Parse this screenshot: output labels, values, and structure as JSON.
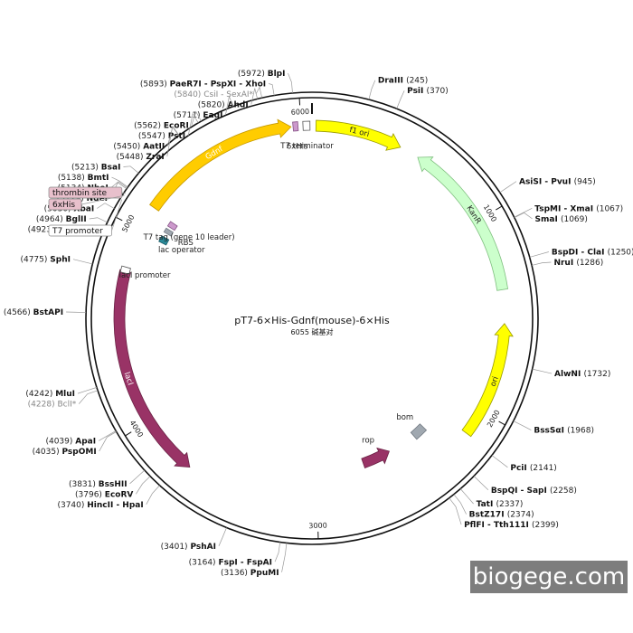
{
  "plasmid": {
    "name": "pT7-6×His-Gdnf(mouse)-6×His",
    "length_text": "6055 碱基对",
    "length_bp": 6055
  },
  "ticks": [
    {
      "label": "1000",
      "bp": 1000
    },
    {
      "label": "2000",
      "bp": 2000
    },
    {
      "label": "3000",
      "bp": 3000
    },
    {
      "label": "4000",
      "bp": 4000
    },
    {
      "label": "5000",
      "bp": 5000
    },
    {
      "label": "6000",
      "bp": 6000
    }
  ],
  "sites": [
    {
      "name": "BlpI",
      "pos": "(5972)",
      "bp": 5972,
      "side": "right"
    },
    {
      "name": "PaeR7I - PspXI - XhoI",
      "pos": "(5893)",
      "bp": 5893,
      "side": "left"
    },
    {
      "name": "CsiI - SexAI*",
      "pos": "(5840)",
      "bp": 5840,
      "side": "left",
      "gray": true
    },
    {
      "name": "AhdI",
      "pos": "(5820)",
      "bp": 5820,
      "side": "left"
    },
    {
      "name": "EagI",
      "pos": "(5711)",
      "bp": 5711,
      "side": "left"
    },
    {
      "name": "EcoRI",
      "pos": "(5562)",
      "bp": 5562,
      "side": "left"
    },
    {
      "name": "PstI",
      "pos": "(5547)",
      "bp": 5547,
      "side": "left"
    },
    {
      "name": "AatII",
      "pos": "(5450)",
      "bp": 5450,
      "side": "left"
    },
    {
      "name": "ZraI",
      "pos": "(5448)",
      "bp": 5448,
      "side": "left"
    },
    {
      "name": "BsaI",
      "pos": "(5213)",
      "bp": 5213,
      "side": "left"
    },
    {
      "name": "BmtI",
      "pos": "(5138)",
      "bp": 5138,
      "side": "left"
    },
    {
      "name": "NheI",
      "pos": "(5134)",
      "bp": 5134,
      "side": "left"
    },
    {
      "name": "NdeI",
      "pos": "(5129)",
      "bp": 5129,
      "side": "left"
    },
    {
      "name": "XbaI",
      "pos": "(5030)",
      "bp": 5030,
      "side": "left"
    },
    {
      "name": "BglII",
      "pos": "(4964)",
      "bp": 4964,
      "side": "left"
    },
    {
      "name": "SgrAI",
      "pos": "(4923)",
      "bp": 4923,
      "side": "left"
    },
    {
      "name": "SphI",
      "pos": "(4775)",
      "bp": 4775,
      "side": "left"
    },
    {
      "name": "BstAPI",
      "pos": "(4566)",
      "bp": 4566,
      "side": "left"
    },
    {
      "name": "MluI",
      "pos": "(4242)",
      "bp": 4242,
      "side": "left"
    },
    {
      "name": "BclI*",
      "pos": "(4228)",
      "bp": 4228,
      "side": "left",
      "gray": true
    },
    {
      "name": "ApaI",
      "pos": "(4039)",
      "bp": 4039,
      "side": "left"
    },
    {
      "name": "PspOMI",
      "pos": "(4035)",
      "bp": 4035,
      "side": "left"
    },
    {
      "name": "BssHII",
      "pos": "(3831)",
      "bp": 3831,
      "side": "left"
    },
    {
      "name": "EcoRV",
      "pos": "(3796)",
      "bp": 3796,
      "side": "left"
    },
    {
      "name": "HincII - HpaI",
      "pos": "(3740)",
      "bp": 3740,
      "side": "left"
    },
    {
      "name": "PshAI",
      "pos": "(3401)",
      "bp": 3401,
      "side": "left"
    },
    {
      "name": "FspI - FspAI",
      "pos": "(3164)",
      "bp": 3164,
      "side": "left"
    },
    {
      "name": "PpuMI",
      "pos": "(3136)",
      "bp": 3136,
      "side": "right"
    },
    {
      "name": "DraIII",
      "pos": "(245)",
      "bp": 245,
      "side": "right"
    },
    {
      "name": "PsiI",
      "pos": "(370)",
      "bp": 370,
      "side": "right"
    },
    {
      "name": "AsiSI - PvuI",
      "pos": "(945)",
      "bp": 945,
      "side": "right"
    },
    {
      "name": "TspMI - XmaI",
      "pos": "(1067)",
      "bp": 1067,
      "side": "right"
    },
    {
      "name": "SmaI",
      "pos": "(1069)",
      "bp": 1069,
      "side": "right"
    },
    {
      "name": "BspDI - ClaI",
      "pos": "(1250)",
      "bp": 1250,
      "side": "right"
    },
    {
      "name": "NruI",
      "pos": "(1286)",
      "bp": 1286,
      "side": "right"
    },
    {
      "name": "AlwNI",
      "pos": "(1732)",
      "bp": 1732,
      "side": "right"
    },
    {
      "name": "BssSαI",
      "pos": "(1968)",
      "bp": 1968,
      "side": "right"
    },
    {
      "name": "PciI",
      "pos": "(2141)",
      "bp": 2141,
      "side": "right"
    },
    {
      "name": "BspQI - SapI",
      "pos": "(2258)",
      "bp": 2258,
      "side": "right"
    },
    {
      "name": "TatI",
      "pos": "(2337)",
      "bp": 2337,
      "side": "right"
    },
    {
      "name": "BstZ17I",
      "pos": "(2374)",
      "bp": 2374,
      "side": "right"
    },
    {
      "name": "PflFI - Tth111I",
      "pos": "(2399)",
      "bp": 2399,
      "side": "right"
    }
  ],
  "features": [
    {
      "name": "f1 ori",
      "start": 20,
      "end": 460,
      "dir": 1,
      "r": 213,
      "w": 12,
      "color": "#ffff00",
      "stroke": "#9a9a00",
      "text": "#222"
    },
    {
      "name": "KanR",
      "start": 560,
      "end": 1370,
      "dir": -1,
      "r": 213,
      "w": 12,
      "color": "#ccffcc",
      "stroke": "#7fbf7f",
      "text": "#222"
    },
    {
      "name": "ori",
      "start": 1540,
      "end": 2130,
      "dir": -1,
      "r": 213,
      "w": 12,
      "color": "#ffff00",
      "stroke": "#9a9a00",
      "text": "#222"
    },
    {
      "name": "rop",
      "start": 2520,
      "end": 2700,
      "dir": -1,
      "r": 170,
      "w": 11,
      "color": "#993366",
      "stroke": "#6b2245",
      "text": "#ffffff"
    },
    {
      "name": "bom",
      "start": 2260,
      "end": 2340,
      "dir": 0,
      "r": 172,
      "w": 10,
      "color": "#a0a8b0",
      "stroke": "#6f7780",
      "text": "#ffffff"
    },
    {
      "name": "lacI",
      "start": 3690,
      "end": 4780,
      "dir": -1,
      "r": 213,
      "w": 12,
      "color": "#993366",
      "stroke": "#6b2245",
      "text": "#ffffff"
    },
    {
      "name": "Gdnf",
      "start": 5130,
      "end": 5950,
      "dir": 1,
      "r": 213,
      "w": 12,
      "color": "#ffcc00",
      "stroke": "#c79a00",
      "text": "#ffffff"
    },
    {
      "name": "6xHis",
      "start": 5960,
      "end": 5985,
      "dir": 0,
      "r": 213,
      "w": 10,
      "color": "#cc99cc",
      "stroke": "#885588",
      "text": "#222"
    },
    {
      "name": "T7 terminator",
      "start": 6010,
      "end": 6045,
      "dir": 0,
      "r": 213,
      "w": 10,
      "color": "#ffffff",
      "stroke": "#555555",
      "text": "#222"
    },
    {
      "name": "lacI promoter",
      "start": 4770,
      "end": 4800,
      "dir": 0,
      "r": 213,
      "w": 10,
      "color": "#ffffff",
      "stroke": "#555555",
      "text": "#222"
    },
    {
      "name": "lac operator",
      "start": 4990,
      "end": 5025,
      "dir": 0,
      "r": 185,
      "w": 9,
      "color": "#2a8a99",
      "stroke": "#1a5a66",
      "text": "#222"
    },
    {
      "name": "RBS",
      "start": 5050,
      "end": 5075,
      "dir": 0,
      "r": 185,
      "w": 9,
      "color": "#a0a8b0",
      "stroke": "#6f7780",
      "text": "#222"
    },
    {
      "name": "T7 tag (gene 10 leader)",
      "start": 5090,
      "end": 5120,
      "dir": 0,
      "r": 185,
      "w": 9,
      "color": "#cc99cc",
      "stroke": "#885588",
      "text": "#222"
    }
  ],
  "callouts": [
    {
      "name": "thrombin site",
      "boxed": true,
      "fill": "#e8c0cc"
    },
    {
      "name": "6xHis",
      "boxed": true,
      "fill": "#e8c0cc"
    },
    {
      "name": "T7 promoter",
      "boxed": true,
      "fill": "#ffffff"
    }
  ],
  "watermark": "biogege.com"
}
